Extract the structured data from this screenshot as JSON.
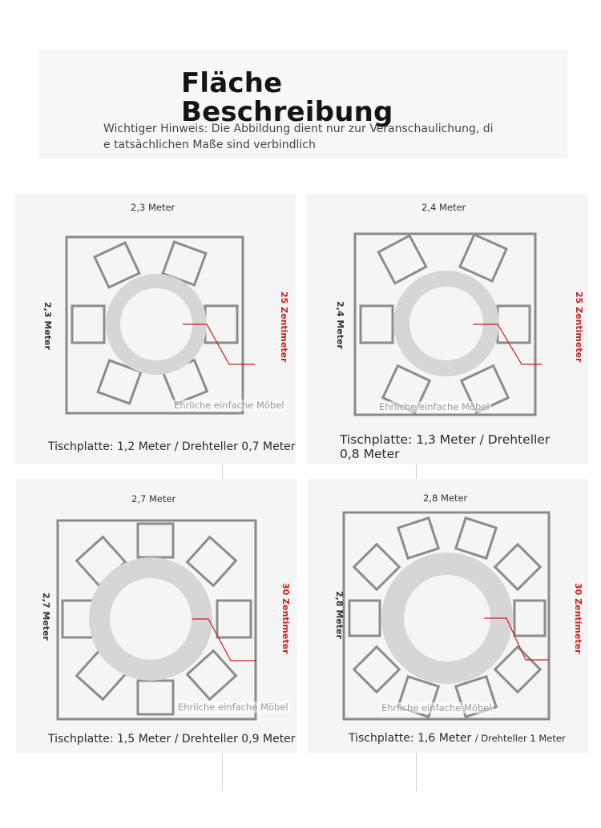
{
  "title": "Fläche Beschreibung",
  "notice": "Wichtiger Hinweis: Die Abbildung dient nur zur Veranschaulichung, die tatsächlichen Maße sind verbindlich",
  "watermark": "Ehrliche einfache Möbel",
  "panels": [
    {
      "width_label": "2,3 Meter",
      "height_label": "2,3 Meter",
      "gap_label": "25 Zentimeter",
      "caption": "Tischplatte: 1,2 Meter / Drehteller 0,7 Meter"
    },
    {
      "width_label": "2,4 Meter",
      "height_label": "2,4 Meter",
      "gap_label": "25 Zentimeter",
      "caption": "Tischplatte: 1,3 Meter / Drehteller 0,8 Meter"
    },
    {
      "width_label": "2,7 Meter",
      "height_label": "2,7 Meter",
      "gap_label": "30 Zentimeter",
      "caption": "Tischplatte: 1,5 Meter / Drehteller 0,9 Meter"
    },
    {
      "width_label": "2,8 Meter",
      "height_label": "2,8 Meter",
      "gap_label": "30 Zentimeter",
      "caption_main": "Tischplatte: 1,6 Meter",
      "caption_small": "/ Drehteller 1 Meter"
    }
  ]
}
